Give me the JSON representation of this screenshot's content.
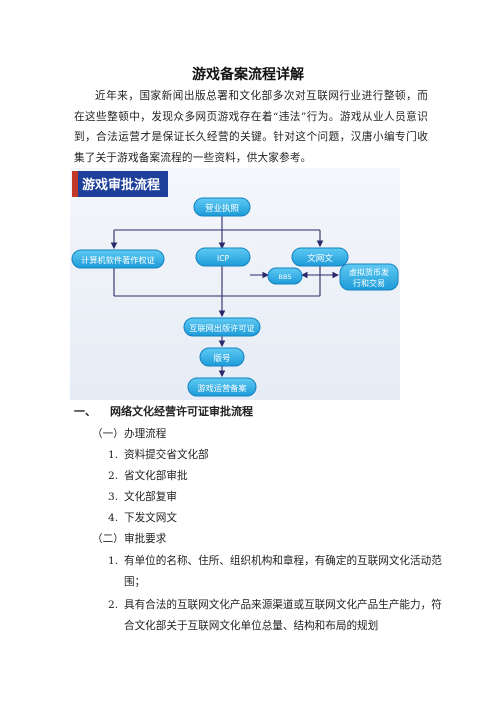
{
  "doc": {
    "title": "游戏备案流程详解",
    "intro": "近年来，国家新闻出版总署和文化部多次对互联网行业进行整顿，而在这些整顿中，发现众多网页游戏存在着“违法”行为。游戏从业人员意识到，合法运营才是保证长久经营的关键。针对这个问题，汉唐小编专门收集了关于游戏备案流程的一些资料，供大家参考。"
  },
  "flow": {
    "banner": "游戏审批流程",
    "nodes": {
      "license": "营业执照",
      "software": "计算机软件著作权证",
      "icp": "ICP",
      "culture": "文网文",
      "bbs": "BBS",
      "virtual_line1": "虚拟货币发",
      "virtual_line2": "行和交易",
      "publish": "互联网出版许可证",
      "isbn": "版号",
      "record": "游戏运营备案"
    },
    "colors": {
      "banner_bg": "#1e3f9a",
      "banner_accent": "#c0392b",
      "node_fill": "#2ab0e8",
      "node_stroke": "#1582be",
      "arrow": "#2a2a6a"
    }
  },
  "section1": {
    "num": "一、",
    "title": "网络文化经营许可证审批流程",
    "sub1": {
      "paren": "（一）",
      "label": "办理流程"
    },
    "sub1_items": [
      {
        "n": "1.",
        "text": "资料提交省文化部"
      },
      {
        "n": "2.",
        "text": "省文化部审批"
      },
      {
        "n": "3.",
        "text": "文化部复审"
      },
      {
        "n": "4.",
        "text": "下发文网文"
      }
    ],
    "sub2": {
      "paren": "（二）",
      "label": "审批要求"
    },
    "sub2_items": [
      {
        "n": "1.",
        "text": "有单位的名称、住所、组织机构和章程，有确定的互联网文化活动范",
        "cont": "围；"
      },
      {
        "n": "2.",
        "text": "具有合法的互联网文化产品来源渠道或互联网文化产品生产能力，符",
        "cont": "合文化部关于互联网文化单位总量、结构和布局的规划"
      }
    ]
  }
}
